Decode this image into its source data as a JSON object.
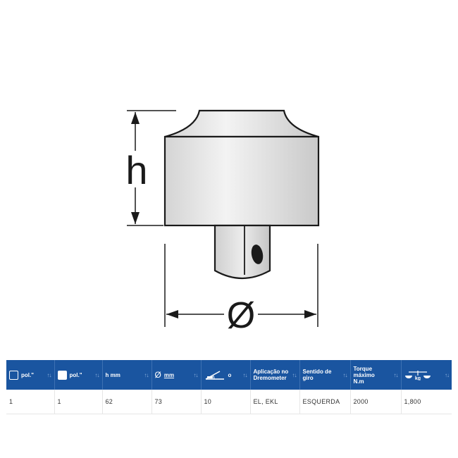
{
  "drawing": {
    "height_label": "h",
    "diameter_label": "Ø"
  },
  "table": {
    "headers": {
      "square_drive": "pol.\"",
      "square_socket": "pol.\"",
      "height": "h mm",
      "diameter_symbol": "Ø",
      "diameter_unit": "mm",
      "angle": "o",
      "application_line1": "Aplicação no",
      "application_line2": "Dremometer",
      "rotation_line1": "Sentido de",
      "rotation_line2": "giro",
      "torque_line1": "Torque",
      "torque_line2": "máximo",
      "torque_line3": "N.m",
      "weight_unit": "kg",
      "sort_glyph": "↑↓"
    },
    "row": [
      "1",
      "1",
      "62",
      "73",
      "10",
      "EL, EKL",
      "ESQUERDA",
      "2000",
      "1,800"
    ]
  },
  "colors": {
    "header_bg": "#1a55a0",
    "header_text": "#ffffff",
    "body_text": "#333333"
  }
}
